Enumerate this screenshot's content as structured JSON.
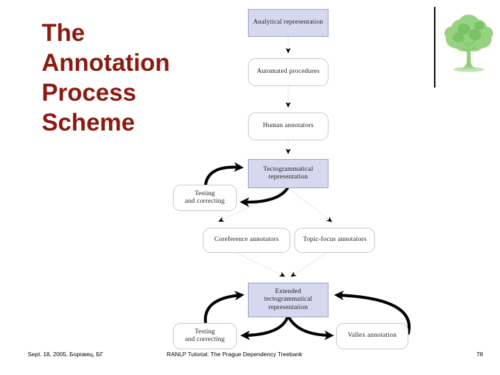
{
  "slide": {
    "title": "The\nAnnotation\nProcess\nScheme",
    "title_color": "#8c1a10",
    "background_color": "#ffffff"
  },
  "logo": {
    "name": "tree-logo",
    "color": "#7ec46a"
  },
  "diagram": {
    "nodes": [
      {
        "id": "analytical",
        "label": "Analytical representation",
        "shape": "rect",
        "fill": "#d6d8ef"
      },
      {
        "id": "automated",
        "label": "Automated procedures",
        "shape": "round",
        "fill": "#ffffff"
      },
      {
        "id": "human",
        "label": "Human annotators",
        "shape": "round",
        "fill": "#ffffff"
      },
      {
        "id": "tecto",
        "label": "Tectogrammatical\nrepresentation",
        "shape": "rect",
        "fill": "#d6d8ef"
      },
      {
        "id": "testing1",
        "label": "Testing\nand correcting",
        "shape": "round",
        "fill": "#ffffff"
      },
      {
        "id": "coref",
        "label": "Coreference annotators",
        "shape": "round",
        "fill": "#ffffff"
      },
      {
        "id": "topicfocus",
        "label": "Topic-focus annotators",
        "shape": "round",
        "fill": "#ffffff"
      },
      {
        "id": "extended",
        "label": "Extended\ntectogrammatical\nrepresentation",
        "shape": "rect",
        "fill": "#d6d8ef"
      },
      {
        "id": "testing2",
        "label": "Testing\nand correcting",
        "shape": "round",
        "fill": "#ffffff"
      },
      {
        "id": "vallex",
        "label": "Vallex annotation",
        "shape": "round",
        "fill": "#ffffff"
      }
    ],
    "edges": [
      {
        "from": "analytical",
        "to": "automated",
        "style": "dotted",
        "arrow": "down"
      },
      {
        "from": "automated",
        "to": "human",
        "style": "dotted",
        "arrow": "down"
      },
      {
        "from": "human",
        "to": "tecto",
        "style": "dotted",
        "arrow": "down"
      },
      {
        "from": "tecto",
        "to": "testing1",
        "style": "thick-curve",
        "arrow": "left"
      },
      {
        "from": "testing1",
        "to": "tecto",
        "style": "thick-curve",
        "arrow": "right"
      },
      {
        "from": "tecto",
        "to": "coref",
        "style": "dotted",
        "arrow": "down-left"
      },
      {
        "from": "tecto",
        "to": "topicfocus",
        "style": "dotted",
        "arrow": "down-right"
      },
      {
        "from": "coref",
        "to": "extended",
        "style": "dotted",
        "arrow": "down-right"
      },
      {
        "from": "topicfocus",
        "to": "extended",
        "style": "dotted",
        "arrow": "down-left"
      },
      {
        "from": "extended",
        "to": "testing2",
        "style": "thick-curve",
        "arrow": "left"
      },
      {
        "from": "testing2",
        "to": "extended",
        "style": "thick-curve",
        "arrow": "right"
      },
      {
        "from": "extended",
        "to": "vallex",
        "style": "thick-curve",
        "arrow": "right"
      },
      {
        "from": "vallex",
        "to": "extended",
        "style": "thick-curve",
        "arrow": "left"
      }
    ]
  },
  "footer": {
    "left": "Sept. 18, 2005, Боровец, БГ",
    "center": "RANLP Tutorial: The Prague Dependency Treebank",
    "page": "78"
  }
}
